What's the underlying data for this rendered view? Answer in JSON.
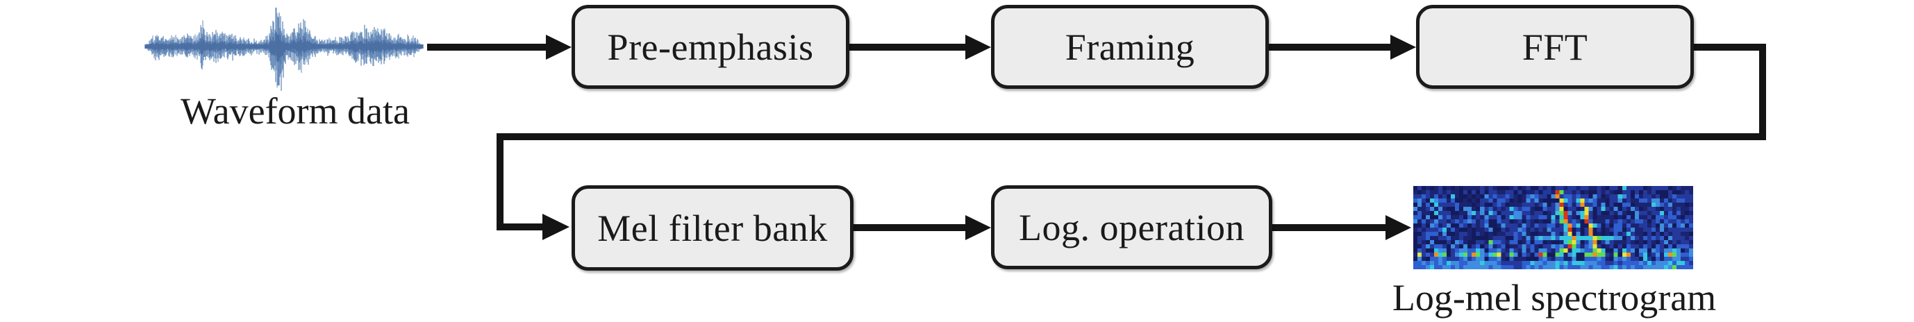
{
  "diagram": {
    "kind": "flowchart",
    "description": "Log-mel spectrogram feature extraction pipeline"
  },
  "nodes": [
    {
      "id": "pre-emphasis",
      "label": "Pre-emphasis"
    },
    {
      "id": "framing",
      "label": "Framing"
    },
    {
      "id": "fft",
      "label": "FFT"
    },
    {
      "id": "mel-filter-bank",
      "label": "Mel filter bank"
    },
    {
      "id": "log-operation",
      "label": "Log. operation"
    }
  ],
  "captions": {
    "waveform": "Waveform data",
    "spectrogram": "Log-mel spectrogram"
  },
  "icons": {
    "waveform_image": "waveform-plot",
    "spectrogram_image": "log-mel-spectrogram-plot"
  },
  "colors": {
    "background": "#ffffff",
    "box_fill": "#ececec",
    "box_border": "#1b1b1b",
    "arrow": "#141414",
    "text": "#1a1a1a",
    "waveform_blue": "#5b82b4",
    "waveform_blue_dark": "#4a6da2",
    "spectrogram_palette": {
      "bg_dark": "#141b5c",
      "bg": "#1b2470",
      "blue_low": "#24399b",
      "blue_mid": "#2f5fd0",
      "blue_bright": "#3f8de0",
      "cyan": "#35c8e0",
      "green": "#5fdc52",
      "yellow": "#e8e23a",
      "orange": "#f08f20",
      "red": "#dc3318"
    }
  }
}
